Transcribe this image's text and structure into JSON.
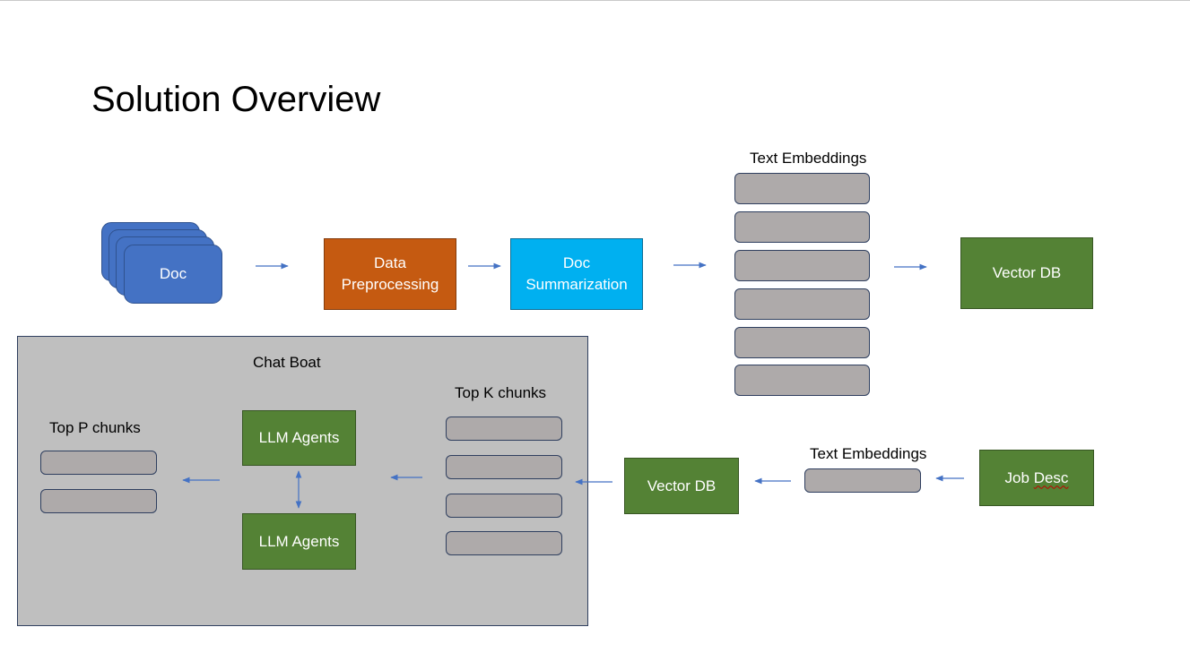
{
  "title": "Solution Overview",
  "top_flow": {
    "doc_label": "Doc",
    "preprocessing": {
      "line1": "Data",
      "line2": "Preprocessing"
    },
    "summarization": {
      "line1": "Doc",
      "line2": "Summarization"
    },
    "embeddings_label": "Text Embeddings",
    "vector_db": "Vector DB"
  },
  "bottom_flow": {
    "job_desc": {
      "word1": "Job",
      "word2": "Desc"
    },
    "embeddings_label": "Text Embeddings",
    "vector_db": "Vector DB"
  },
  "chat_panel": {
    "title": "Chat Boat",
    "top_k_label": "Top K chunks",
    "top_p_label": "Top P chunks",
    "agent_top": "LLM Agents",
    "agent_bottom": "LLM Agents"
  },
  "colors": {
    "doc_blue": "#4472c4",
    "preprocessing_orange": "#c55a11",
    "summarization_cyan": "#00b0f0",
    "db_green": "#548235",
    "embedding_grey": "#aeaaaa",
    "panel_grey": "#bfbfbf",
    "arrow_blue": "#4472c4"
  },
  "icons": [
    "arrow-right-icon",
    "arrow-left-icon",
    "double-arrow-vertical-icon"
  ]
}
